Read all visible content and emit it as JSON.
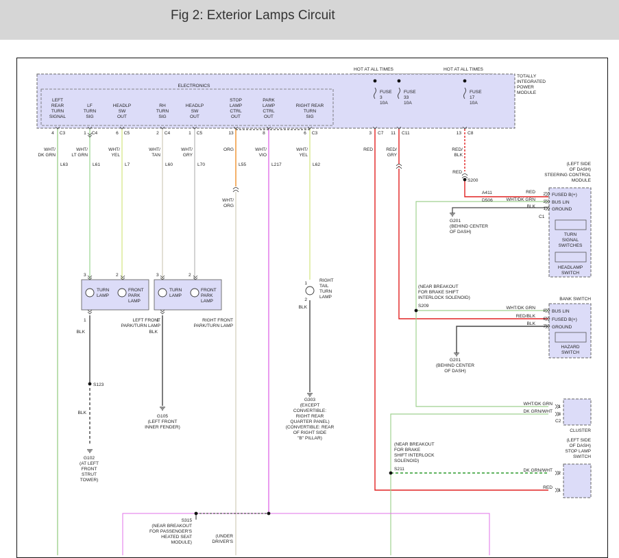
{
  "title": "Fig 2: Exterior Lamps Circuit",
  "colors": {
    "module_fill": "#dcdcf8",
    "module_border": "#666666",
    "wire_green": "#9fd18f",
    "wire_lt_green": "#a8dca0",
    "wire_yellow_green": "#d8e890",
    "wire_tan": "#d7d3c3",
    "wire_gray": "#c0c0c0",
    "wire_orange": "#f0902a",
    "wire_violet": "#e070e8",
    "wire_red": "#e02020",
    "wire_dark": "#444444"
  },
  "tipm": {
    "label": [
      "TOTALLY",
      "INTEGRATED",
      "POWER",
      "MODULE"
    ],
    "electronics": "ELECTRONICS",
    "hot1": "HOT AT ALL TIMES",
    "hot2": "HOT AT ALL TIMES",
    "outputs": [
      {
        "lines": [
          "LEFT",
          "REAR",
          "TURN",
          "SIGNAL"
        ],
        "pin": "4",
        "conn": "C3"
      },
      {
        "lines": [
          "LF",
          "TURN",
          "SIG"
        ],
        "pin": "1",
        "conn": "C4"
      },
      {
        "lines": [
          "HEADLP",
          "SW",
          "OUT"
        ],
        "pin": "6",
        "conn": "C5"
      },
      {
        "lines": [
          "RH",
          "TURN",
          "SIG"
        ],
        "pin": "2",
        "conn": "C4"
      },
      {
        "lines": [
          "HEADLP",
          "SW",
          "OUT"
        ],
        "pin": "1",
        "conn": "C5"
      },
      {
        "lines": [
          "STOP",
          "LAMP",
          "CTRL",
          "OUT"
        ],
        "pin": "13",
        "conn": ""
      },
      {
        "lines": [
          "PARK",
          "LAMP",
          "CTRL",
          "OUT"
        ],
        "pin": "8",
        "conn": ""
      },
      {
        "lines": [
          "RIGHT REAR",
          "TURN",
          "SIG"
        ],
        "pin": "6",
        "conn": "C3"
      }
    ],
    "fuses": [
      {
        "lines": [
          "FUSE",
          "3",
          "10A"
        ],
        "pin": "3",
        "conn": "C7"
      },
      {
        "lines": [
          "FUSE",
          "33",
          "10A"
        ],
        "pin": "11",
        "conn": "C11"
      },
      {
        "lines": [
          "FUSE",
          "17",
          "10A"
        ],
        "pin": "13",
        "conn": "C8"
      }
    ]
  },
  "wires": [
    {
      "color": [
        "WHT/",
        "DK GRN"
      ],
      "circuit": "L63"
    },
    {
      "color": [
        "WHT/",
        "LT GRN"
      ],
      "circuit": "L61"
    },
    {
      "color": [
        "WHT/",
        "YEL"
      ],
      "circuit": "L7"
    },
    {
      "color": [
        "WHT/",
        "TAN"
      ],
      "circuit": "L60"
    },
    {
      "color": [
        "WHT/",
        "GRY"
      ],
      "circuit": "L70"
    },
    {
      "color": [
        "ORG"
      ],
      "circuit": "L55"
    },
    {
      "color": [
        "WHT/",
        "VIO"
      ],
      "circuit": "L217"
    },
    {
      "color": [
        "WHT/",
        "YEL"
      ],
      "circuit": "L62"
    },
    {
      "color": [
        "RED"
      ],
      "circuit": ""
    },
    {
      "color": [
        "RED/",
        "GRY"
      ],
      "circuit": ""
    },
    {
      "color": [
        "RED/",
        "BLK"
      ],
      "circuit": ""
    }
  ],
  "stop_lamp_wire_color": [
    "WHT/",
    "ORG"
  ],
  "lamps": {
    "left": {
      "pins": [
        "3",
        "2",
        "1"
      ],
      "turn": [
        "TURN",
        "LAMP"
      ],
      "park": [
        "FRONT",
        "PARK",
        "LAMP"
      ],
      "name": [
        "LEFT FRONT",
        "PARK/TURN LAMP"
      ],
      "ground_wire": "BLK"
    },
    "right": {
      "pins": [
        "3",
        "2",
        "1"
      ],
      "turn": [
        "TURN",
        "LAMP"
      ],
      "park": [
        "FRONT",
        "PARK",
        "LAMP"
      ],
      "name": [
        "RIGHT FRONT",
        "PARK/TURN LAMP"
      ],
      "ground_wire": "BLK"
    },
    "tail": {
      "pins": [
        "1",
        "2"
      ],
      "name": [
        "RIGHT",
        "TAIL",
        "TURN",
        "LAMP"
      ],
      "ground_wire": "BLK"
    }
  },
  "splices": {
    "s123": "S123",
    "s200": "S200",
    "s209": "S209",
    "s211": "S211",
    "s315": "S315",
    "s209_note": [
      "(NEAR BREAKOUT",
      "FOR BRAKE SHIFT",
      "INTERLOCK SOLENOID)"
    ],
    "s211_note": [
      "(NEAR BREAKOUT",
      "FOR BRAKE",
      "SHIFT INTERLOCK",
      "SOLENOID)"
    ],
    "s315_note": [
      "(NEAR BREAKOUT",
      "FOR PASSENGER'S",
      "HEATED SEAT",
      "MODULE)"
    ],
    "under_note": [
      "(UNDER",
      "DRIVER'S"
    ]
  },
  "grounds": {
    "g102": [
      "G102",
      "(AT LEFT",
      "FRONT",
      "STRUT",
      "TOWER)"
    ],
    "g105": [
      "G105",
      "(LEFT FRONT",
      "INNER FENDER)"
    ],
    "g303": [
      "G303",
      "(EXCEPT",
      "CONVERTIBLE:",
      "RIGHT REAR",
      "QUARTER PANEL)",
      "(CONVERTIBLE: REAR",
      "OF RIGHT SIDE",
      "\"B\" PILLAR)"
    ],
    "g201a": [
      "G201",
      "(BEHIND CENTER",
      "OF DASH)"
    ],
    "g201b": [
      "G201",
      "(BEHIND CENTER",
      "OF DASH)"
    ]
  },
  "blk": "BLK",
  "red": "RED",
  "scm": {
    "title": [
      "(LEFT SIDE",
      "OF DASH)",
      "STEERING CONTROL",
      "MODULE"
    ],
    "pins": [
      {
        "wire": "RED",
        "pin": "2",
        "label": "FUSED B(+)"
      },
      {
        "wire": "WHT/DK GRN",
        "pin": "3",
        "label": "BUS LIN"
      },
      {
        "wire": "BLK",
        "pin": "1",
        "label": "GROUND"
      }
    ],
    "circuits": [
      "A411",
      "D506"
    ],
    "conn": "C1",
    "sw1": [
      "TURN",
      "SIGNAL",
      "SWITCHES"
    ],
    "sw2": [
      "HEADLAMP",
      "SWITCH"
    ]
  },
  "bank": {
    "title": "BANK SWITCH",
    "pins": [
      {
        "wire": "WHT/DK GRN",
        "pin": "8",
        "label": "BUS LIN"
      },
      {
        "wire": "RED/BLK",
        "pin": "6",
        "label": "FUSED B(+)"
      },
      {
        "wire": "BLK",
        "pin": "7",
        "label": "GROUND"
      }
    ],
    "sw": [
      "HAZARD",
      "SWITCH"
    ]
  },
  "cluster": {
    "title": "CLUSTER",
    "pins": [
      {
        "wire": "WHT/DK GRN",
        "pin": "1"
      },
      {
        "wire": "DK GRN/WHT",
        "pin": "8"
      }
    ],
    "conn": "C2"
  },
  "stopsw": {
    "title": [
      "(LEFT SIDE",
      "OF DASH)",
      "STOP LAMP",
      "SWITCH"
    ],
    "pins": [
      {
        "wire": "DK GRN/WHT",
        "pin": "2"
      },
      {
        "wire": "RED",
        "pin": "1"
      }
    ]
  }
}
